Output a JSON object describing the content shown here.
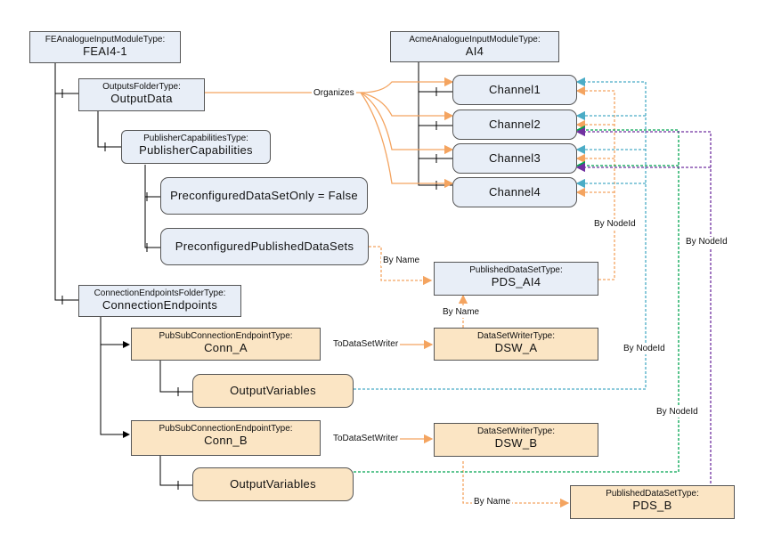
{
  "nodes": {
    "feai": {
      "type": "FEAnalogueInputModuleType:",
      "name": "FEAI4-1"
    },
    "acme": {
      "type": "AcmeAnalogueInputModuleType:",
      "name": "AI4"
    },
    "output_data": {
      "type": "OutputsFolderType:",
      "name": "OutputData"
    },
    "pub_caps": {
      "type": "PublisherCapabilitiesType:",
      "name": "PublisherCapabilities"
    },
    "preconf_only": {
      "name": "PreconfiguredDataSetOnly = False"
    },
    "preconf_pds": {
      "name": "PreconfiguredPublishedDataSets"
    },
    "channel1": {
      "name": "Channel1"
    },
    "channel2": {
      "name": "Channel2"
    },
    "channel3": {
      "name": "Channel3"
    },
    "channel4": {
      "name": "Channel4"
    },
    "pds_ai4": {
      "type": "PublishedDataSetType:",
      "name": "PDS_AI4"
    },
    "conn_endpoints": {
      "type": "ConnectionEndpointsFolderType:",
      "name": "ConnectionEndpoints"
    },
    "conn_a": {
      "type": "PubSubConnectionEndpointType:",
      "name": "Conn_A"
    },
    "dsw_a": {
      "type": "DataSetWriterType:",
      "name": "DSW_A"
    },
    "outvars_a": {
      "name": "OutputVariables"
    },
    "conn_b": {
      "type": "PubSubConnectionEndpointType:",
      "name": "Conn_B"
    },
    "dsw_b": {
      "type": "DataSetWriterType:",
      "name": "DSW_B"
    },
    "outvars_b": {
      "name": "OutputVariables"
    },
    "pds_b": {
      "type": "PublishedDataSetType:",
      "name": "PDS_B"
    }
  },
  "edge_labels": {
    "organizes": "Organizes",
    "by_name_1": "By Name",
    "by_name_2": "By Name",
    "by_name_3": "By Name",
    "to_dsw_a": "ToDataSetWriter",
    "to_dsw_b": "ToDataSetWriter",
    "by_nodeid_1": "By NodeId",
    "by_nodeid_2": "By NodeId",
    "by_nodeid_3": "By NodeId",
    "by_nodeid_4": "By NodeId"
  },
  "colors": {
    "type_fill": "#e8eef7",
    "pub_fill": "#fbe5c4",
    "orange": "#f4a460",
    "teal": "#4bacc6",
    "green": "#00a550",
    "purple": "#7030a0",
    "tree_line": "#000000"
  }
}
